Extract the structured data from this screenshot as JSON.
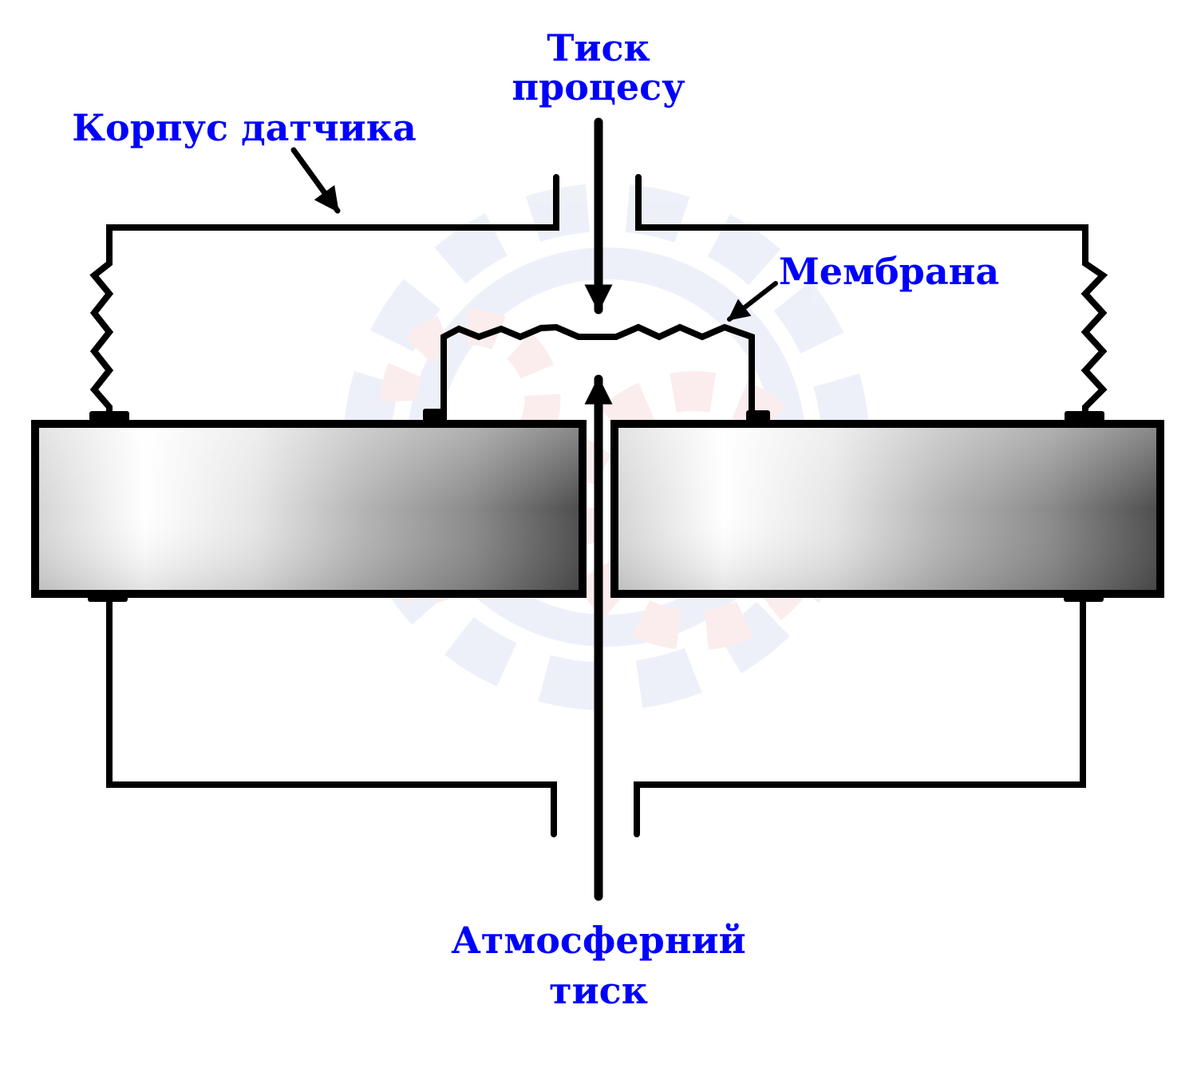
{
  "labels": {
    "process_pressure_line1": "Тиск",
    "process_pressure_line2": "процесу",
    "sensor_body": "Корпус датчика",
    "membrane": "Мембрана",
    "atmospheric_line1": "Атмосферний",
    "atmospheric_line2": "тиск"
  },
  "colors": {
    "label": "#0000ff",
    "stroke": "#000000",
    "plate_light": "#ffffff",
    "plate_dark": "#555555",
    "background": "#ffffff"
  }
}
